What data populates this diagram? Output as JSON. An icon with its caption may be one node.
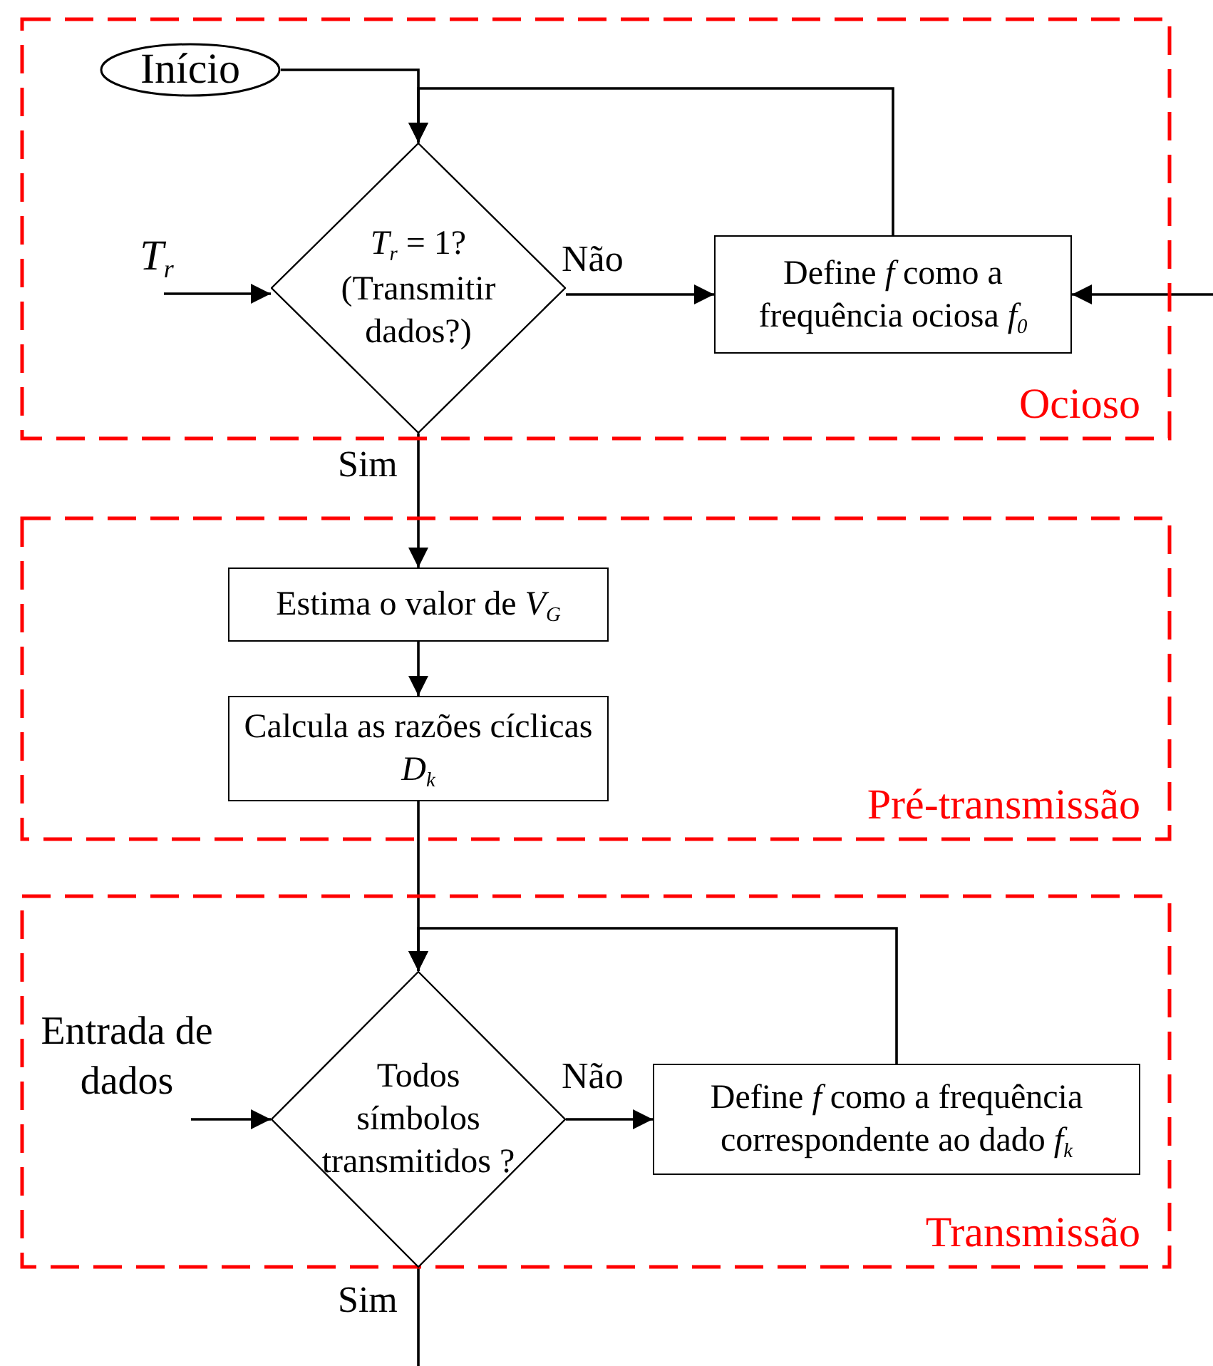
{
  "diagram": {
    "nodes": [
      {
        "text": [
          "Ocioso"
        ]
      },
      {
        "text": [
          "Início"
        ],
        "in": 0
      },
      {
        "text": [
          "T$_{r}$"
        ],
        "in": 0
      },
      {
        "text": [
          "*T*$_{r}$ = 1?",
          "(Transmitir dados?)"
        ],
        "in": 0
      },
      {
        "text": [
          "Define *f* como a frequência ociosa *f*$_{0}$"
        ],
        "in": 0
      },
      {
        "text": [
          "Pré-transmissão"
        ]
      },
      {
        "text": [
          "Estima o valor de *V*$_{G}$"
        ],
        "in": 5
      },
      {
        "text": [
          "Calcula as razões cíclicas *D*$_{k}$"
        ],
        "in": 5
      },
      {
        "text": [
          "Transmissão"
        ]
      },
      {
        "text": [
          "Entrada de dados"
        ],
        "in": 8
      },
      {
        "text": [
          "Todos símbolos transmitidos ?"
        ],
        "in": 8
      },
      {
        "text": [
          "Define *f*  como a frequência correspondente ao dado *f*$_{k}$"
        ],
        "in": 8
      }
    ],
    "edges": [
      {
        "from": 1,
        "to": 3,
        "arrow": "to"
      },
      {
        "from": 4,
        "to": 3,
        "arrow": "to"
      },
      {
        "from": 2,
        "to": 3,
        "arrow": "to"
      },
      {
        "from": 3,
        "to": 4,
        "arrow": "to",
        "label": "Não"
      },
      {
        "from": null,
        "to": 4,
        "arrow": "to"
      },
      {
        "from": 3,
        "to": 6,
        "arrow": "to",
        "label": "Sim"
      },
      {
        "from": 6,
        "to": 7,
        "arrow": "to"
      },
      {
        "from": 7,
        "to": 10,
        "arrow": "to"
      },
      {
        "from": 11,
        "to": 10,
        "arrow": "to"
      },
      {
        "from": 9,
        "to": 10,
        "arrow": "to"
      },
      {
        "from": 10,
        "to": 11,
        "arrow": "to",
        "label": "Não"
      },
      {
        "from": 10,
        "to": null,
        "arrow": "none",
        "label": "Sim"
      }
    ]
  }
}
